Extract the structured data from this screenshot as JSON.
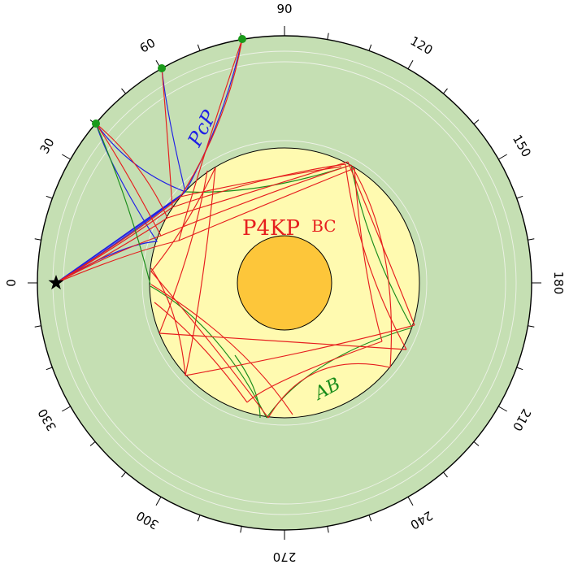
{
  "figure": {
    "angle_tick_labels": [
      "0",
      "30",
      "60",
      "90",
      "120",
      "150",
      "180",
      "210",
      "240",
      "270",
      "300",
      "330"
    ],
    "source_marker": "star",
    "receiver_marker": "circle",
    "phase_labels": {
      "pcp": {
        "text": "PcP",
        "color": "#1f1fe6"
      },
      "p4kp": {
        "main": "P4KP",
        "sub": "BC",
        "color": "#e61e1e"
      },
      "ab": {
        "text": "AB",
        "color": "#1a8c1a"
      }
    },
    "colors": {
      "mantle": "#c5dfb3",
      "outer_core": "#fffab0",
      "inner_core": "#fdc63a",
      "ray_pcp": "#1f1fe6",
      "ray_bc": "#e61e1e",
      "ray_ab": "#1a8c1a",
      "station": "#1a9a1a",
      "reference_circles": "#eef2e8"
    }
  }
}
